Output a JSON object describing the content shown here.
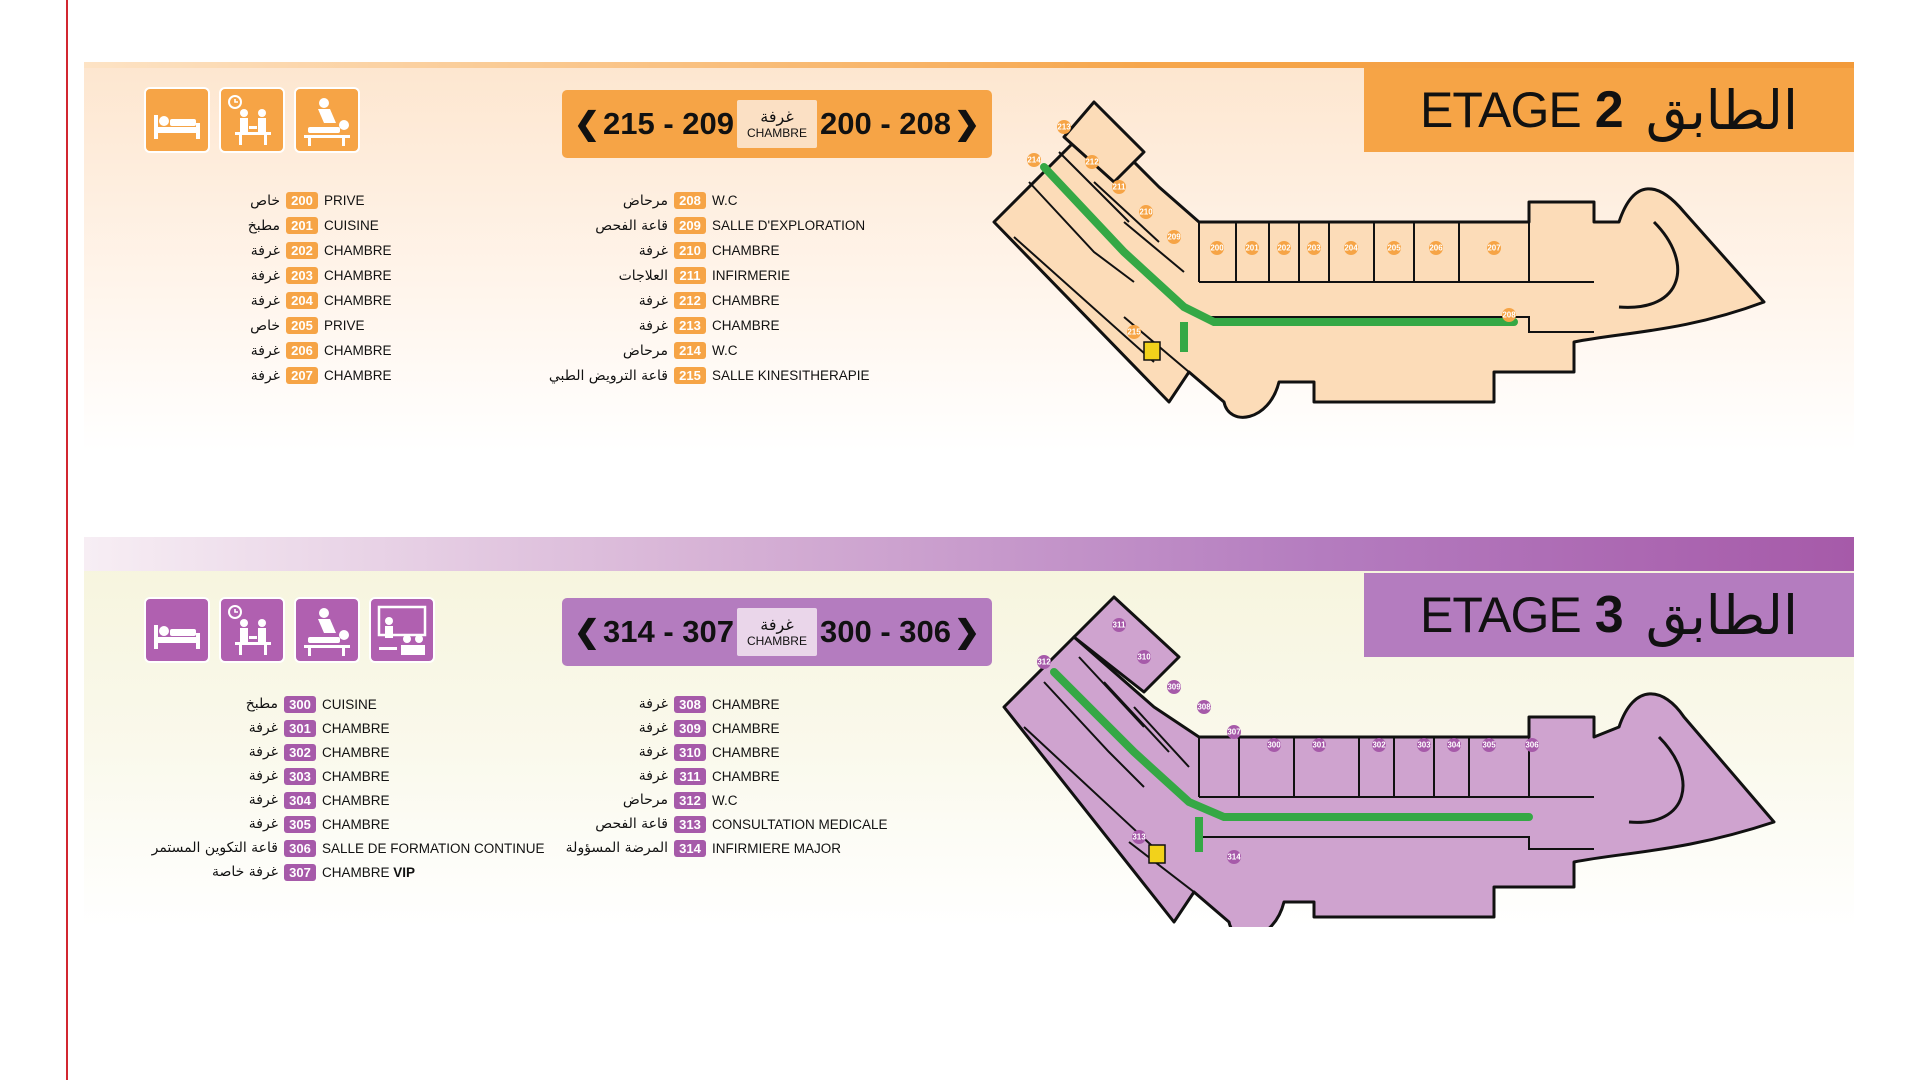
{
  "floor2": {
    "title_fr": "ETAGE",
    "title_num": "2",
    "title_ar": "الطابق",
    "icons": [
      "bed-icon",
      "consultation-icon",
      "physiotherapy-icon"
    ],
    "direction": {
      "left_range": "215 - 209",
      "right_range": "200 - 208",
      "middle_ar": "غرفة",
      "middle_fr": "CHAMBRE"
    },
    "rooms_left": [
      {
        "num": "200",
        "ar": "خاص",
        "fr": "PRIVE"
      },
      {
        "num": "201",
        "ar": "مطبخ",
        "fr": "CUISINE"
      },
      {
        "num": "202",
        "ar": "غرفة",
        "fr": "CHAMBRE"
      },
      {
        "num": "203",
        "ar": "غرفة",
        "fr": "CHAMBRE"
      },
      {
        "num": "204",
        "ar": "غرفة",
        "fr": "CHAMBRE"
      },
      {
        "num": "205",
        "ar": "خاص",
        "fr": "PRIVE"
      },
      {
        "num": "206",
        "ar": "غرفة",
        "fr": "CHAMBRE"
      },
      {
        "num": "207",
        "ar": "غرفة",
        "fr": "CHAMBRE"
      }
    ],
    "rooms_right": [
      {
        "num": "208",
        "ar": "مرحاض",
        "fr": "W.C"
      },
      {
        "num": "209",
        "ar": "قاعة الفحص",
        "fr": "SALLE D'EXPLORATION"
      },
      {
        "num": "210",
        "ar": "غرفة",
        "fr": "CHAMBRE"
      },
      {
        "num": "211",
        "ar": "العلاجات",
        "fr": "INFIRMERIE"
      },
      {
        "num": "212",
        "ar": "غرفة",
        "fr": "CHAMBRE"
      },
      {
        "num": "213",
        "ar": "غرفة",
        "fr": "CHAMBRE"
      },
      {
        "num": "214",
        "ar": "مرحاض",
        "fr": "W.C"
      },
      {
        "num": "215",
        "ar": "قاعة الترويض الطبي",
        "fr": "SALLE KINESITHERAPIE"
      }
    ],
    "map_labels": [
      "213",
      "212",
      "211",
      "210",
      "209",
      "214",
      "200",
      "201",
      "202",
      "203",
      "204",
      "205",
      "206",
      "207",
      "208",
      "215"
    ],
    "color": "#f6a446"
  },
  "floor3": {
    "title_fr": "ETAGE",
    "title_num": "3",
    "title_ar": "الطابق",
    "icons": [
      "bed-icon",
      "consultation-icon",
      "physiotherapy-icon",
      "training-icon"
    ],
    "direction": {
      "left_range": "314 - 307",
      "right_range": "300 - 306",
      "middle_ar": "غرفة",
      "middle_fr": "CHAMBRE"
    },
    "rooms_left": [
      {
        "num": "300",
        "ar": "مطبخ",
        "fr": "CUISINE"
      },
      {
        "num": "301",
        "ar": "غرفة",
        "fr": "CHAMBRE"
      },
      {
        "num": "302",
        "ar": "غرفة",
        "fr": "CHAMBRE"
      },
      {
        "num": "303",
        "ar": "غرفة",
        "fr": "CHAMBRE"
      },
      {
        "num": "304",
        "ar": "غرفة",
        "fr": "CHAMBRE"
      },
      {
        "num": "305",
        "ar": "غرفة",
        "fr": "CHAMBRE"
      },
      {
        "num": "306",
        "ar": "قاعة التكوين المستمر",
        "fr": "SALLE DE FORMATION CONTINUE"
      },
      {
        "num": "307",
        "ar": "غرفة خاصة",
        "fr": "CHAMBRE",
        "fr_bold": "VIP"
      }
    ],
    "rooms_right": [
      {
        "num": "308",
        "ar": "غرفة",
        "fr": "CHAMBRE"
      },
      {
        "num": "309",
        "ar": "غرفة",
        "fr": "CHAMBRE"
      },
      {
        "num": "310",
        "ar": "غرفة",
        "fr": "CHAMBRE"
      },
      {
        "num": "311",
        "ar": "غرفة",
        "fr": "CHAMBRE"
      },
      {
        "num": "312",
        "ar": "مرحاض",
        "fr": "W.C"
      },
      {
        "num": "313",
        "ar": "قاعة الفحص",
        "fr": "CONSULTATION MEDICALE"
      },
      {
        "num": "314",
        "ar": "المرضة المسؤولة",
        "fr": "INFIRMIERE MAJOR"
      }
    ],
    "map_labels": [
      "311",
      "312",
      "310",
      "309",
      "308",
      "307",
      "300",
      "301",
      "302",
      "303",
      "304",
      "305",
      "306",
      "313",
      "314"
    ],
    "color": "#a65aa9"
  }
}
